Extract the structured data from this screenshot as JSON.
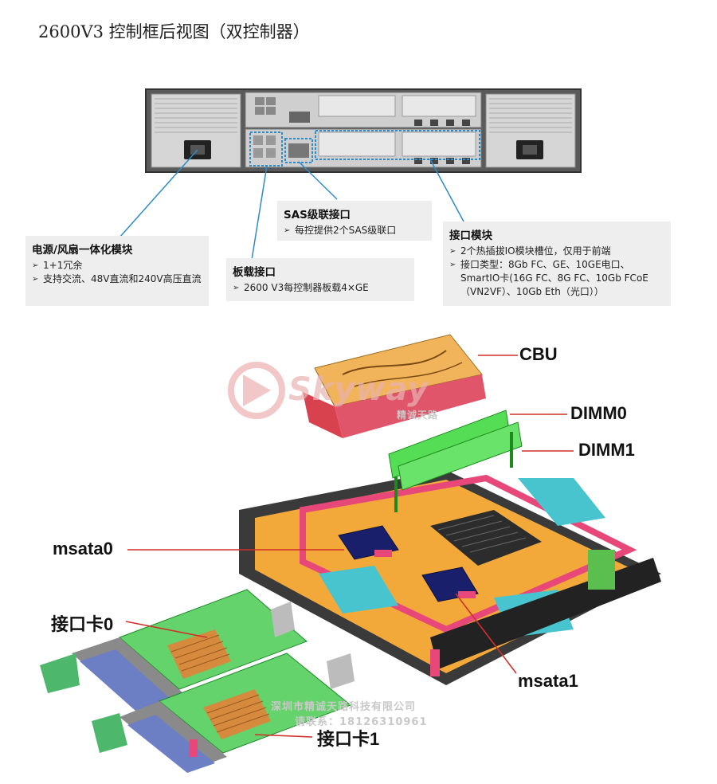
{
  "title": "2600V3 控制框后视图（双控制器）",
  "callouts": {
    "power": {
      "head": "电源/风扇一体化模块",
      "items": [
        "1+1冗余",
        "支持交流、48V直流和240V高压直流"
      ]
    },
    "onboard": {
      "head": "板载接口",
      "items": [
        "2600 V3每控制器板载4×GE"
      ]
    },
    "sas": {
      "head": "SAS级联接口",
      "items": [
        "每控提供2个SAS级联口"
      ]
    },
    "interface": {
      "head": "接口模块",
      "items": [
        "2个热插拔IO模块槽位，仅用于前端",
        "接口类型：8Gb FC、GE、10GE电口、SmartIO卡(16G FC、8G FC、10Gb FCoE（VN2VF）、10Gb Eth（光口））"
      ]
    }
  },
  "labels": {
    "cbu": "CBU",
    "dimm0": "DIMM0",
    "dimm1": "DIMM1",
    "msata0": "msata0",
    "msata1": "msata1",
    "card0": "接口卡0",
    "card1": "接口卡1"
  },
  "watermark": {
    "logo": "Skyway",
    "logo_cn": "精诚天路",
    "line1": "深圳市精诚天路科技有限公司",
    "line2": "请联系：18126310961"
  },
  "colors": {
    "line": "#2e8bc9",
    "board": "#f3a93a",
    "ram": "#55dd55",
    "pink": "#e8477a"
  }
}
